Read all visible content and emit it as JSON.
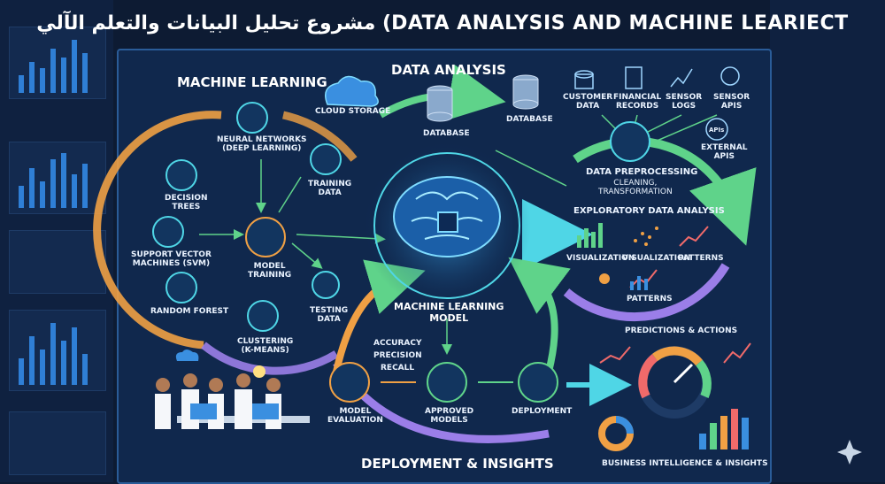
{
  "title": "مشروع تحليل البيانات والتعلم الآلي (DATA ANALYSIS AND MACHINE LEARIECT",
  "sections": {
    "machine_learning": "MACHINE LEARNING",
    "data_analysis": "DATA ANALYSIS",
    "deployment_insights": "DEPLOYMENT & INSIGHTS"
  },
  "ml_nodes": {
    "neural": "NEURAL NETWORKS\n(DEEP LEARNING)",
    "decision": "DECISION\nTREES",
    "svm": "SUPPORT VECTOR\nMACHINES (SVM)",
    "random_forest": "RANDOM FOREST",
    "clustering": "CLUSTERING\n(K-MEANS)",
    "model_training": "MODEL\nTRAINING",
    "training_data": "TRAINING\nDATA",
    "testing_data": "TESTING\nDATA",
    "cloud_storage": "CLOUD STORAGE"
  },
  "data_nodes": {
    "database1": "DATABASE",
    "database2": "DATABASE",
    "customer": "CUSTOMER\nDATA",
    "financial": "FINANCIAL\nRECORDS",
    "sensor_logs": "SENSOR\nLOGS",
    "sensor_apis": "SENSOR\nAPIS",
    "external_apis": "EXTERNAL\nAPIS",
    "apis_icon": "APIs",
    "preprocessing": "DATA PREPROCESSING",
    "preprocessing_sub": "CLEANING,\nTRANSFORMATION",
    "eda": "EXPLORATORY DATA ANALYSIS",
    "viz1": "VISUALIZATION",
    "viz2": "VISUALIZATION",
    "patterns1": "PATTERNS",
    "patterns2": "PATTERNS"
  },
  "center": {
    "model": "MACHINE LEARNING\nMODEL"
  },
  "deploy_nodes": {
    "accuracy": "ACCURACY",
    "precision": "PRECISION",
    "recall": "RECALL",
    "evaluation": "MODEL\nEVALUATION",
    "approved": "APPROVED\nMODELS",
    "deployment": "DEPLOYMENT",
    "predictions": "PREDICTIONS & ACTIONS",
    "bi": "BUSINESS INTELLIGENCE & INSIGHTS"
  },
  "colors": {
    "cyan": "#4fd6e6",
    "green": "#5fd38a",
    "orange": "#f0a044",
    "purple": "#9b7ee8",
    "blue": "#3a8fe0"
  }
}
